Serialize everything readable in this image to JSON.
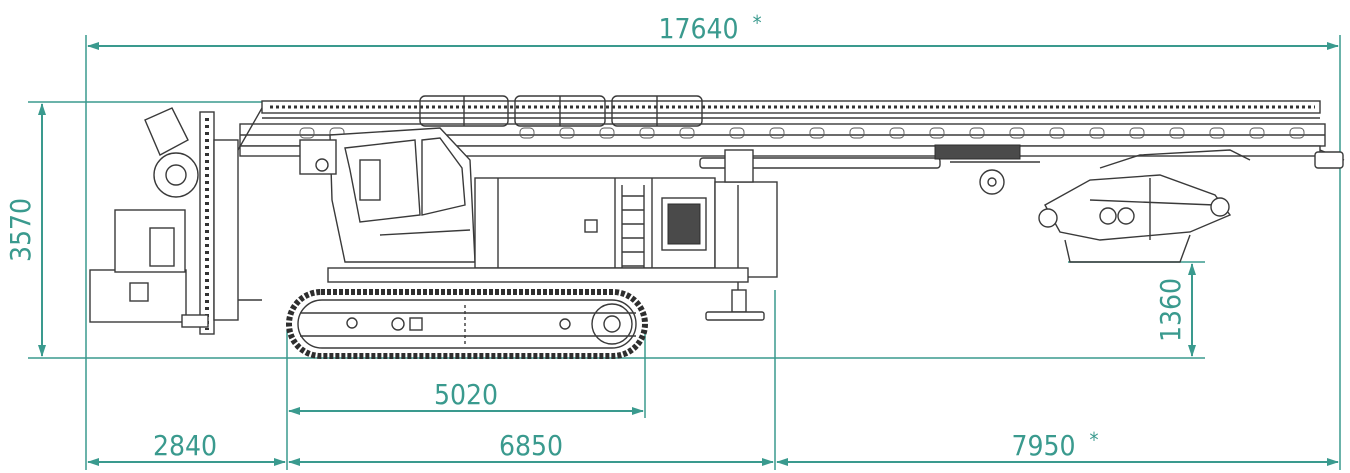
{
  "dimensions": {
    "overall_length": {
      "value": "17640",
      "mark": "*"
    },
    "overall_height": {
      "value": "3570"
    },
    "front_overhang": {
      "value": "2840"
    },
    "center_section": {
      "value": "6850"
    },
    "rear_overhang": {
      "value": "7950",
      "mark": "*"
    },
    "track_length": {
      "value": "5020"
    },
    "clearance_height": {
      "value": "1360"
    }
  },
  "colors": {
    "dimension_lines": "#3a9a8e",
    "machine_outline": "#3a3a3a"
  }
}
